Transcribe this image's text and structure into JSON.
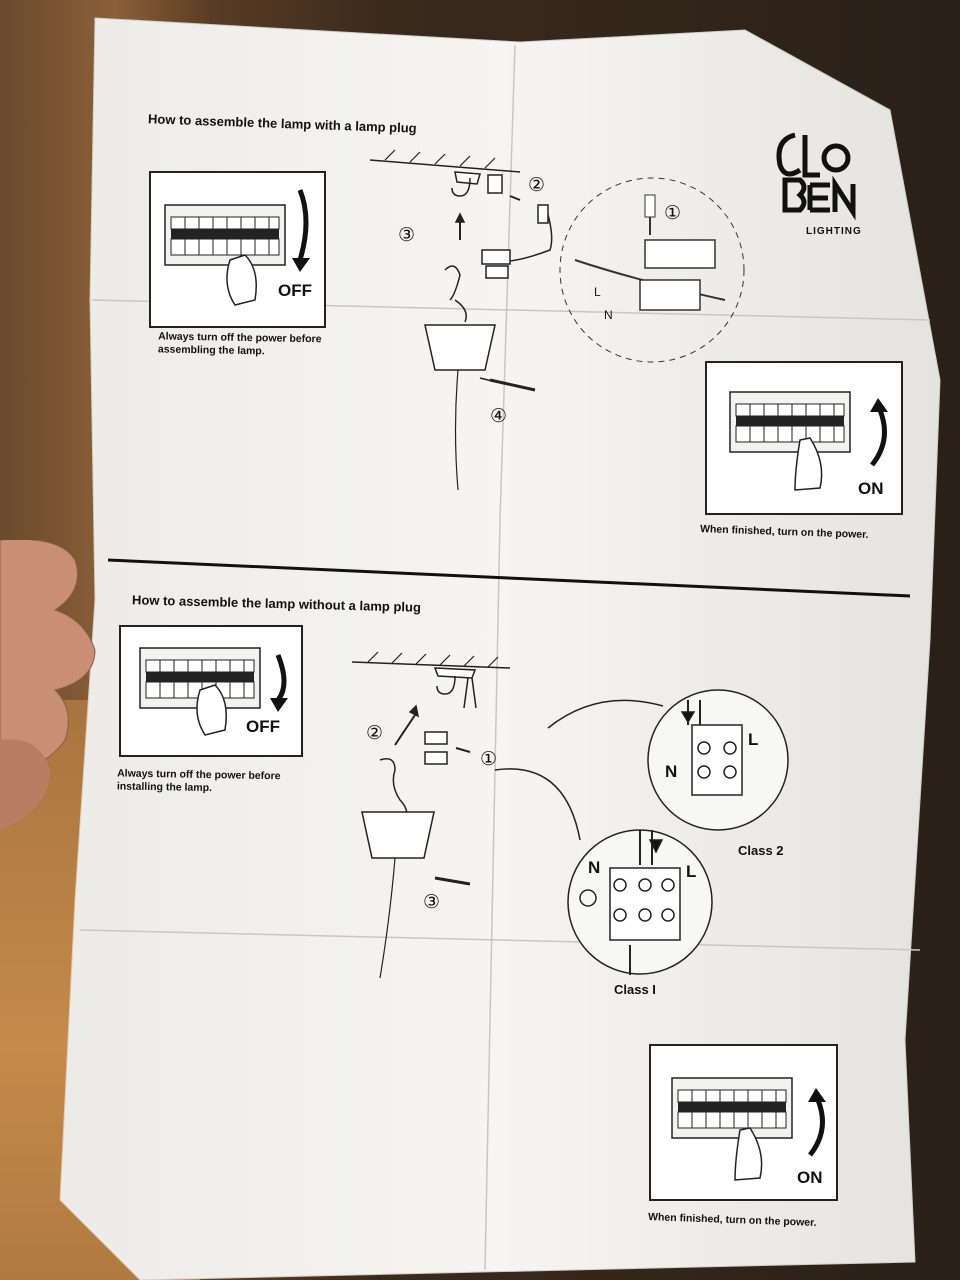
{
  "brand": {
    "logo_text": "GLOBEN",
    "sub": "LIGHTING"
  },
  "section1": {
    "title": "How to assemble the lamp with a lamp plug",
    "off_label": "OFF",
    "off_caption": "Always turn off the power before assembling the lamp.",
    "steps": [
      "①",
      "②",
      "③",
      "④"
    ],
    "wire_l": "L",
    "wire_n": "N",
    "on_label": "ON",
    "on_caption": "When finished, turn on the power."
  },
  "section2": {
    "title": "How to assemble the lamp without a lamp plug",
    "off_label": "OFF",
    "off_caption": "Always turn off the power before installing the lamp.",
    "steps": [
      "①",
      "②",
      "③"
    ],
    "class1": {
      "label": "Class I",
      "n": "N",
      "l": "L"
    },
    "class2": {
      "label": "Class 2",
      "n": "N",
      "l": "L"
    },
    "on_label": "ON",
    "on_caption": "When finished, turn on the power."
  }
}
